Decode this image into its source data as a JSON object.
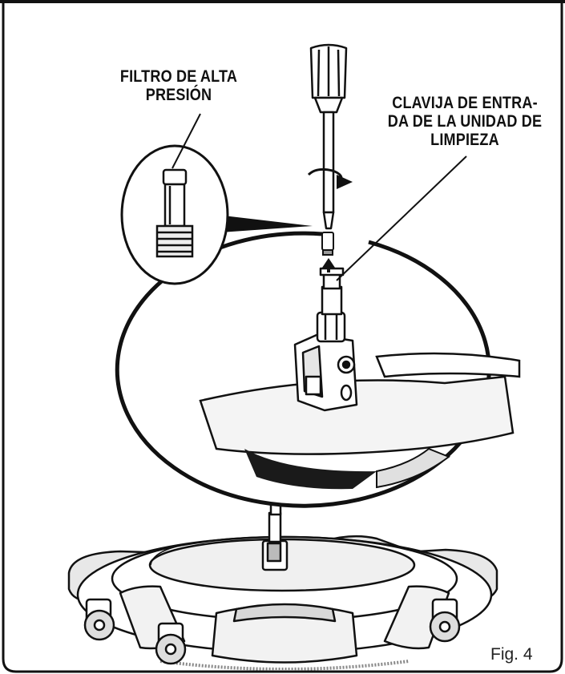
{
  "labels": {
    "filter": [
      "FILTRO DE ALTA",
      "PRESIÓN"
    ],
    "inlet": [
      "CLAVIJA DE ENTRA-",
      "DA DE LA UNIDAD DE",
      "LIMPIEZA"
    ]
  },
  "figure_label": "Fig. 4",
  "parts": [
    "screwdriver-icon",
    "filter-icon",
    "cleaner-inlet-plug-icon",
    "surface-cleaner-icon"
  ],
  "colors": {
    "ink": "#111111",
    "fill_gray": "#e6e6e6",
    "dark": "#1a1a1a"
  }
}
